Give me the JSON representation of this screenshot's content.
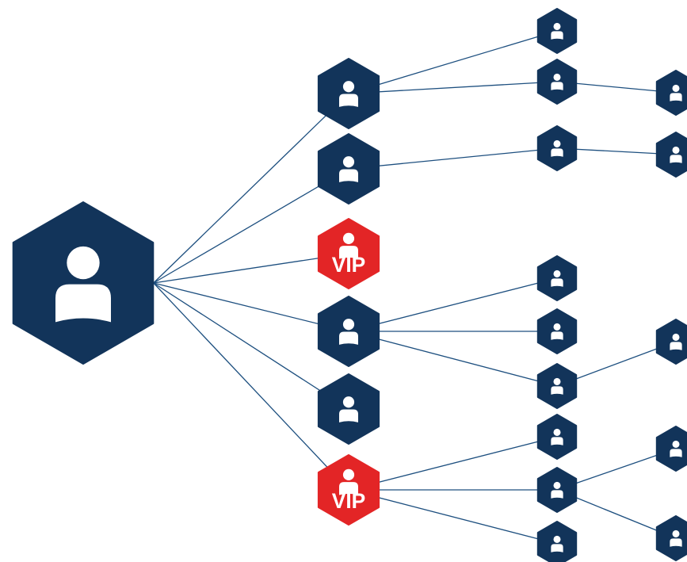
{
  "colors": {
    "background": "#ffffff",
    "node_fill": "#12345a",
    "vip_fill": "#e32526",
    "person_icon": "#ffffff",
    "edge": "#1d4f7f"
  },
  "vip_label": "VIP",
  "icon": "person-icon",
  "nodes": [
    {
      "id": "root",
      "level": 0,
      "vip": false
    },
    {
      "id": "a1",
      "level": 1,
      "vip": false
    },
    {
      "id": "a2",
      "level": 1,
      "vip": false
    },
    {
      "id": "a3",
      "level": 1,
      "vip": true
    },
    {
      "id": "a4",
      "level": 1,
      "vip": false
    },
    {
      "id": "a5",
      "level": 1,
      "vip": false
    },
    {
      "id": "a6",
      "level": 1,
      "vip": true
    },
    {
      "id": "b1",
      "level": 2,
      "vip": false
    },
    {
      "id": "b2",
      "level": 2,
      "vip": false
    },
    {
      "id": "b3",
      "level": 2,
      "vip": false
    },
    {
      "id": "b4",
      "level": 2,
      "vip": false
    },
    {
      "id": "b5",
      "level": 2,
      "vip": false
    },
    {
      "id": "b6",
      "level": 2,
      "vip": false
    },
    {
      "id": "b7",
      "level": 2,
      "vip": false
    },
    {
      "id": "b8",
      "level": 2,
      "vip": false
    },
    {
      "id": "b9",
      "level": 2,
      "vip": false
    },
    {
      "id": "c1",
      "level": 3,
      "vip": false
    },
    {
      "id": "c2",
      "level": 3,
      "vip": false
    },
    {
      "id": "c3",
      "level": 3,
      "vip": false
    },
    {
      "id": "c4",
      "level": 3,
      "vip": false
    },
    {
      "id": "c5",
      "level": 3,
      "vip": false
    }
  ],
  "edges": [
    [
      "root",
      "a1"
    ],
    [
      "root",
      "a2"
    ],
    [
      "root",
      "a3"
    ],
    [
      "root",
      "a4"
    ],
    [
      "root",
      "a5"
    ],
    [
      "root",
      "a6"
    ],
    [
      "a1",
      "b1"
    ],
    [
      "a1",
      "b2"
    ],
    [
      "a2",
      "b3"
    ],
    [
      "a4",
      "b4"
    ],
    [
      "a4",
      "b5"
    ],
    [
      "a4",
      "b6"
    ],
    [
      "a6",
      "b7"
    ],
    [
      "a6",
      "b8"
    ],
    [
      "a6",
      "b9"
    ],
    [
      "b2",
      "c1"
    ],
    [
      "b3",
      "c2"
    ],
    [
      "b6",
      "c3"
    ],
    [
      "b8",
      "c4"
    ],
    [
      "b8",
      "c5"
    ]
  ]
}
